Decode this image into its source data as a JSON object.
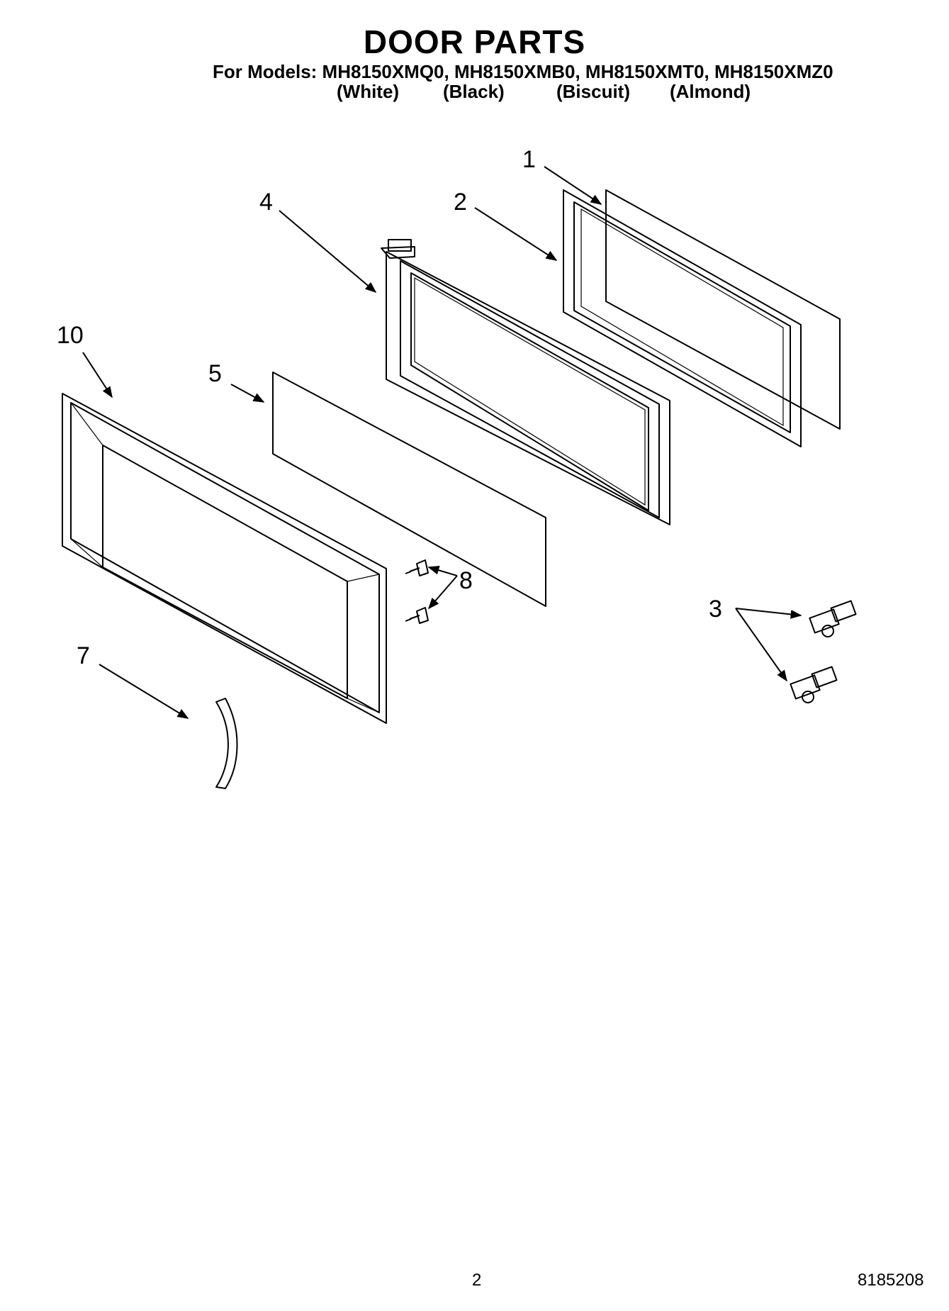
{
  "title": "DOOR PARTS",
  "models_line": "For Models: MH8150XMQ0, MH8150XMB0, MH8150XMT0, MH8150XMZ0",
  "colors": [
    "(White)",
    "(Black)",
    "(Biscuit)",
    "(Almond)"
  ],
  "callouts": [
    "1",
    "2",
    "3",
    "4",
    "5",
    "7",
    "8",
    "10"
  ],
  "page_number": "2",
  "doc_number": "8185208"
}
